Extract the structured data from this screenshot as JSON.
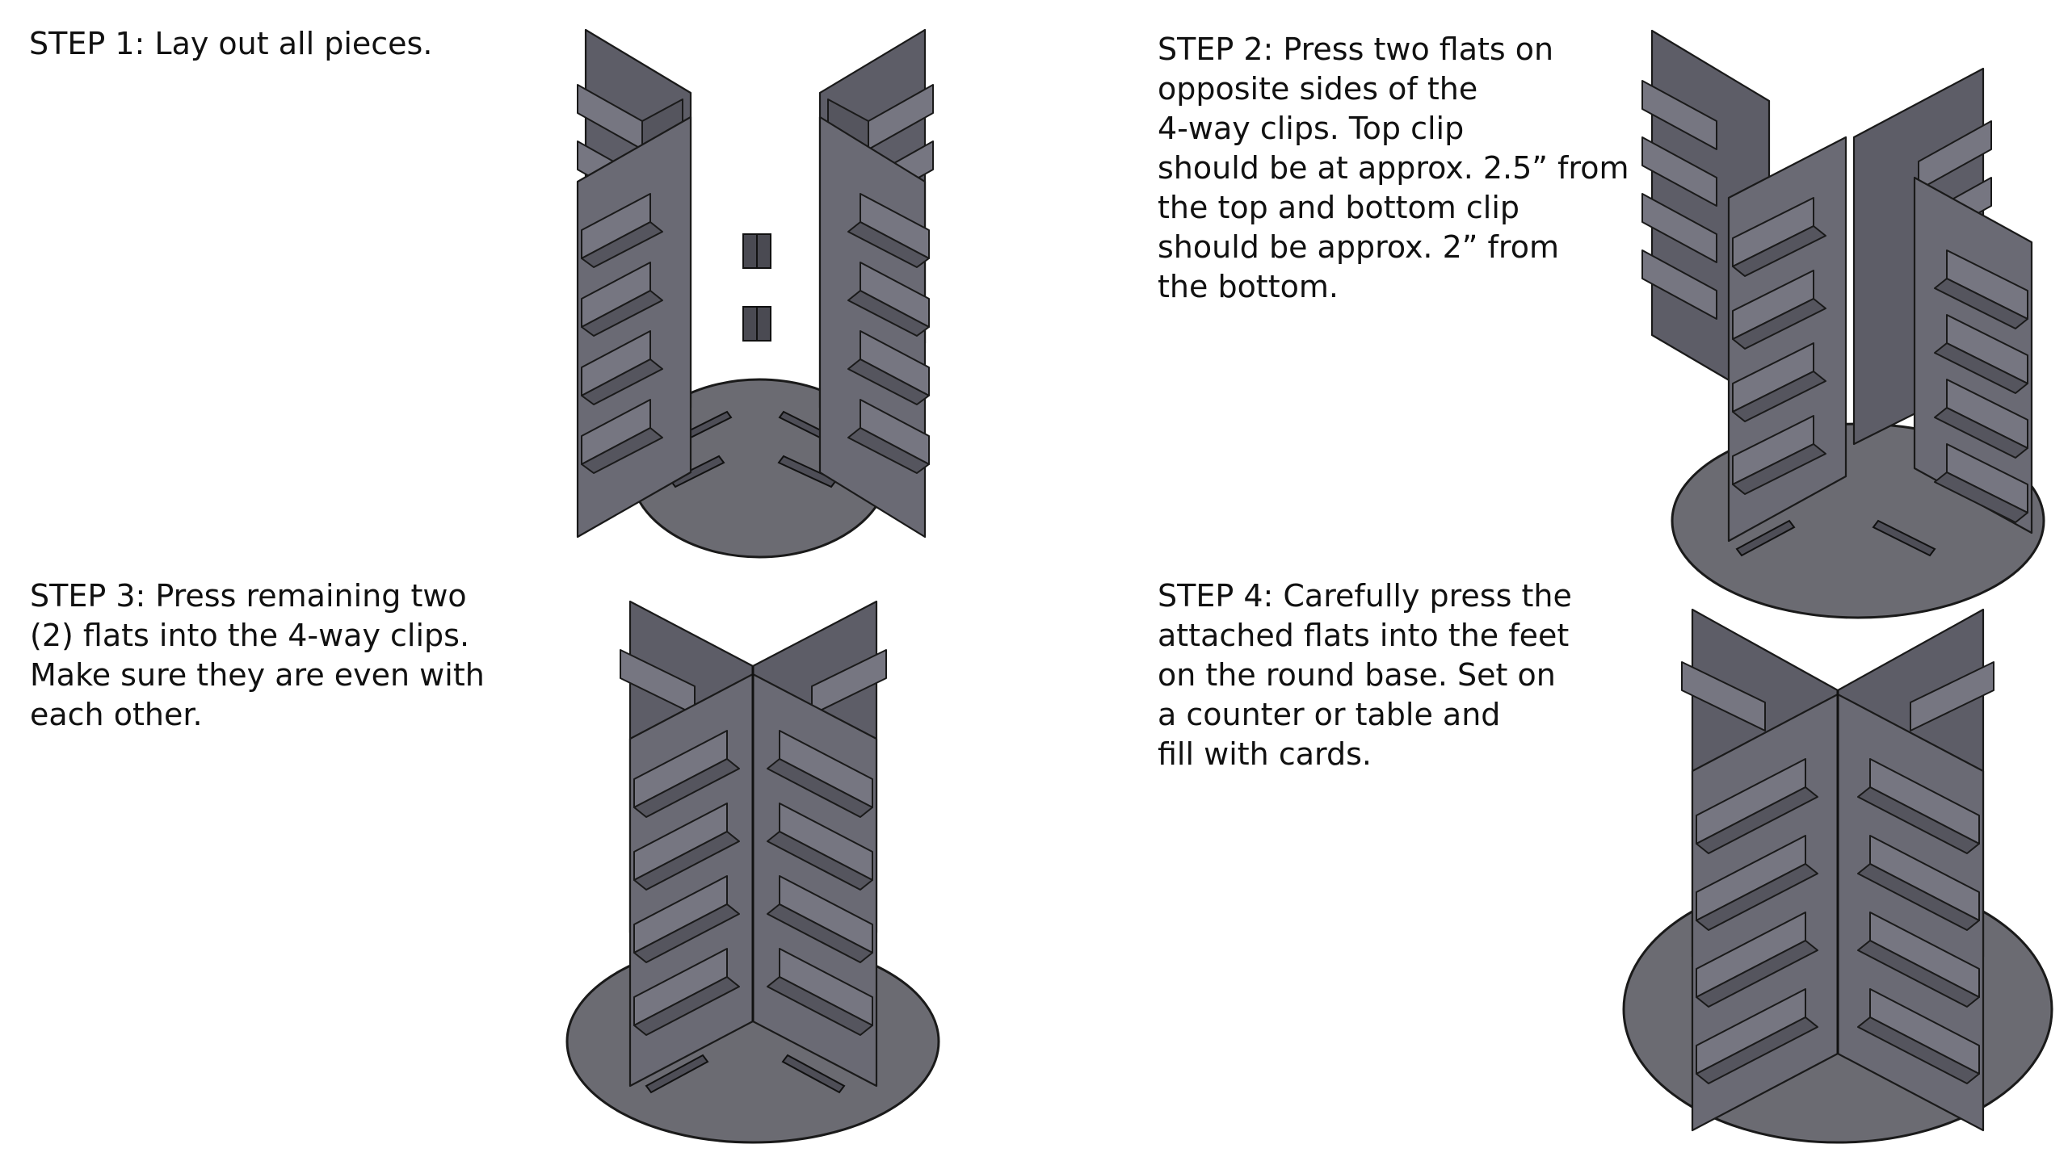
{
  "steps": [
    {
      "text": "STEP 1: Lay out all pieces."
    },
    {
      "text": "STEP 2: Press two flats on\nopposite sides of the\n4-way clips. Top clip\nshould be at approx. 2.5” from\nthe top and bottom clip\nshould be approx. 2” from\nthe bottom."
    },
    {
      "text": "STEP 3: Press remaining two\n(2) flats into the 4-way clips.\nMake sure they are even with\neach other."
    },
    {
      "text": "STEP 4: Carefully press the\nattached flats into the feet\non the round base. Set on\na counter or table and\nfill with cards."
    }
  ],
  "colors": {
    "panel": "#6a6a74",
    "panel_dark": "#5d5d67",
    "pocket": "#767681",
    "base": "#6b6b72",
    "outline": "#1a1a1a",
    "background": "#ffffff"
  }
}
